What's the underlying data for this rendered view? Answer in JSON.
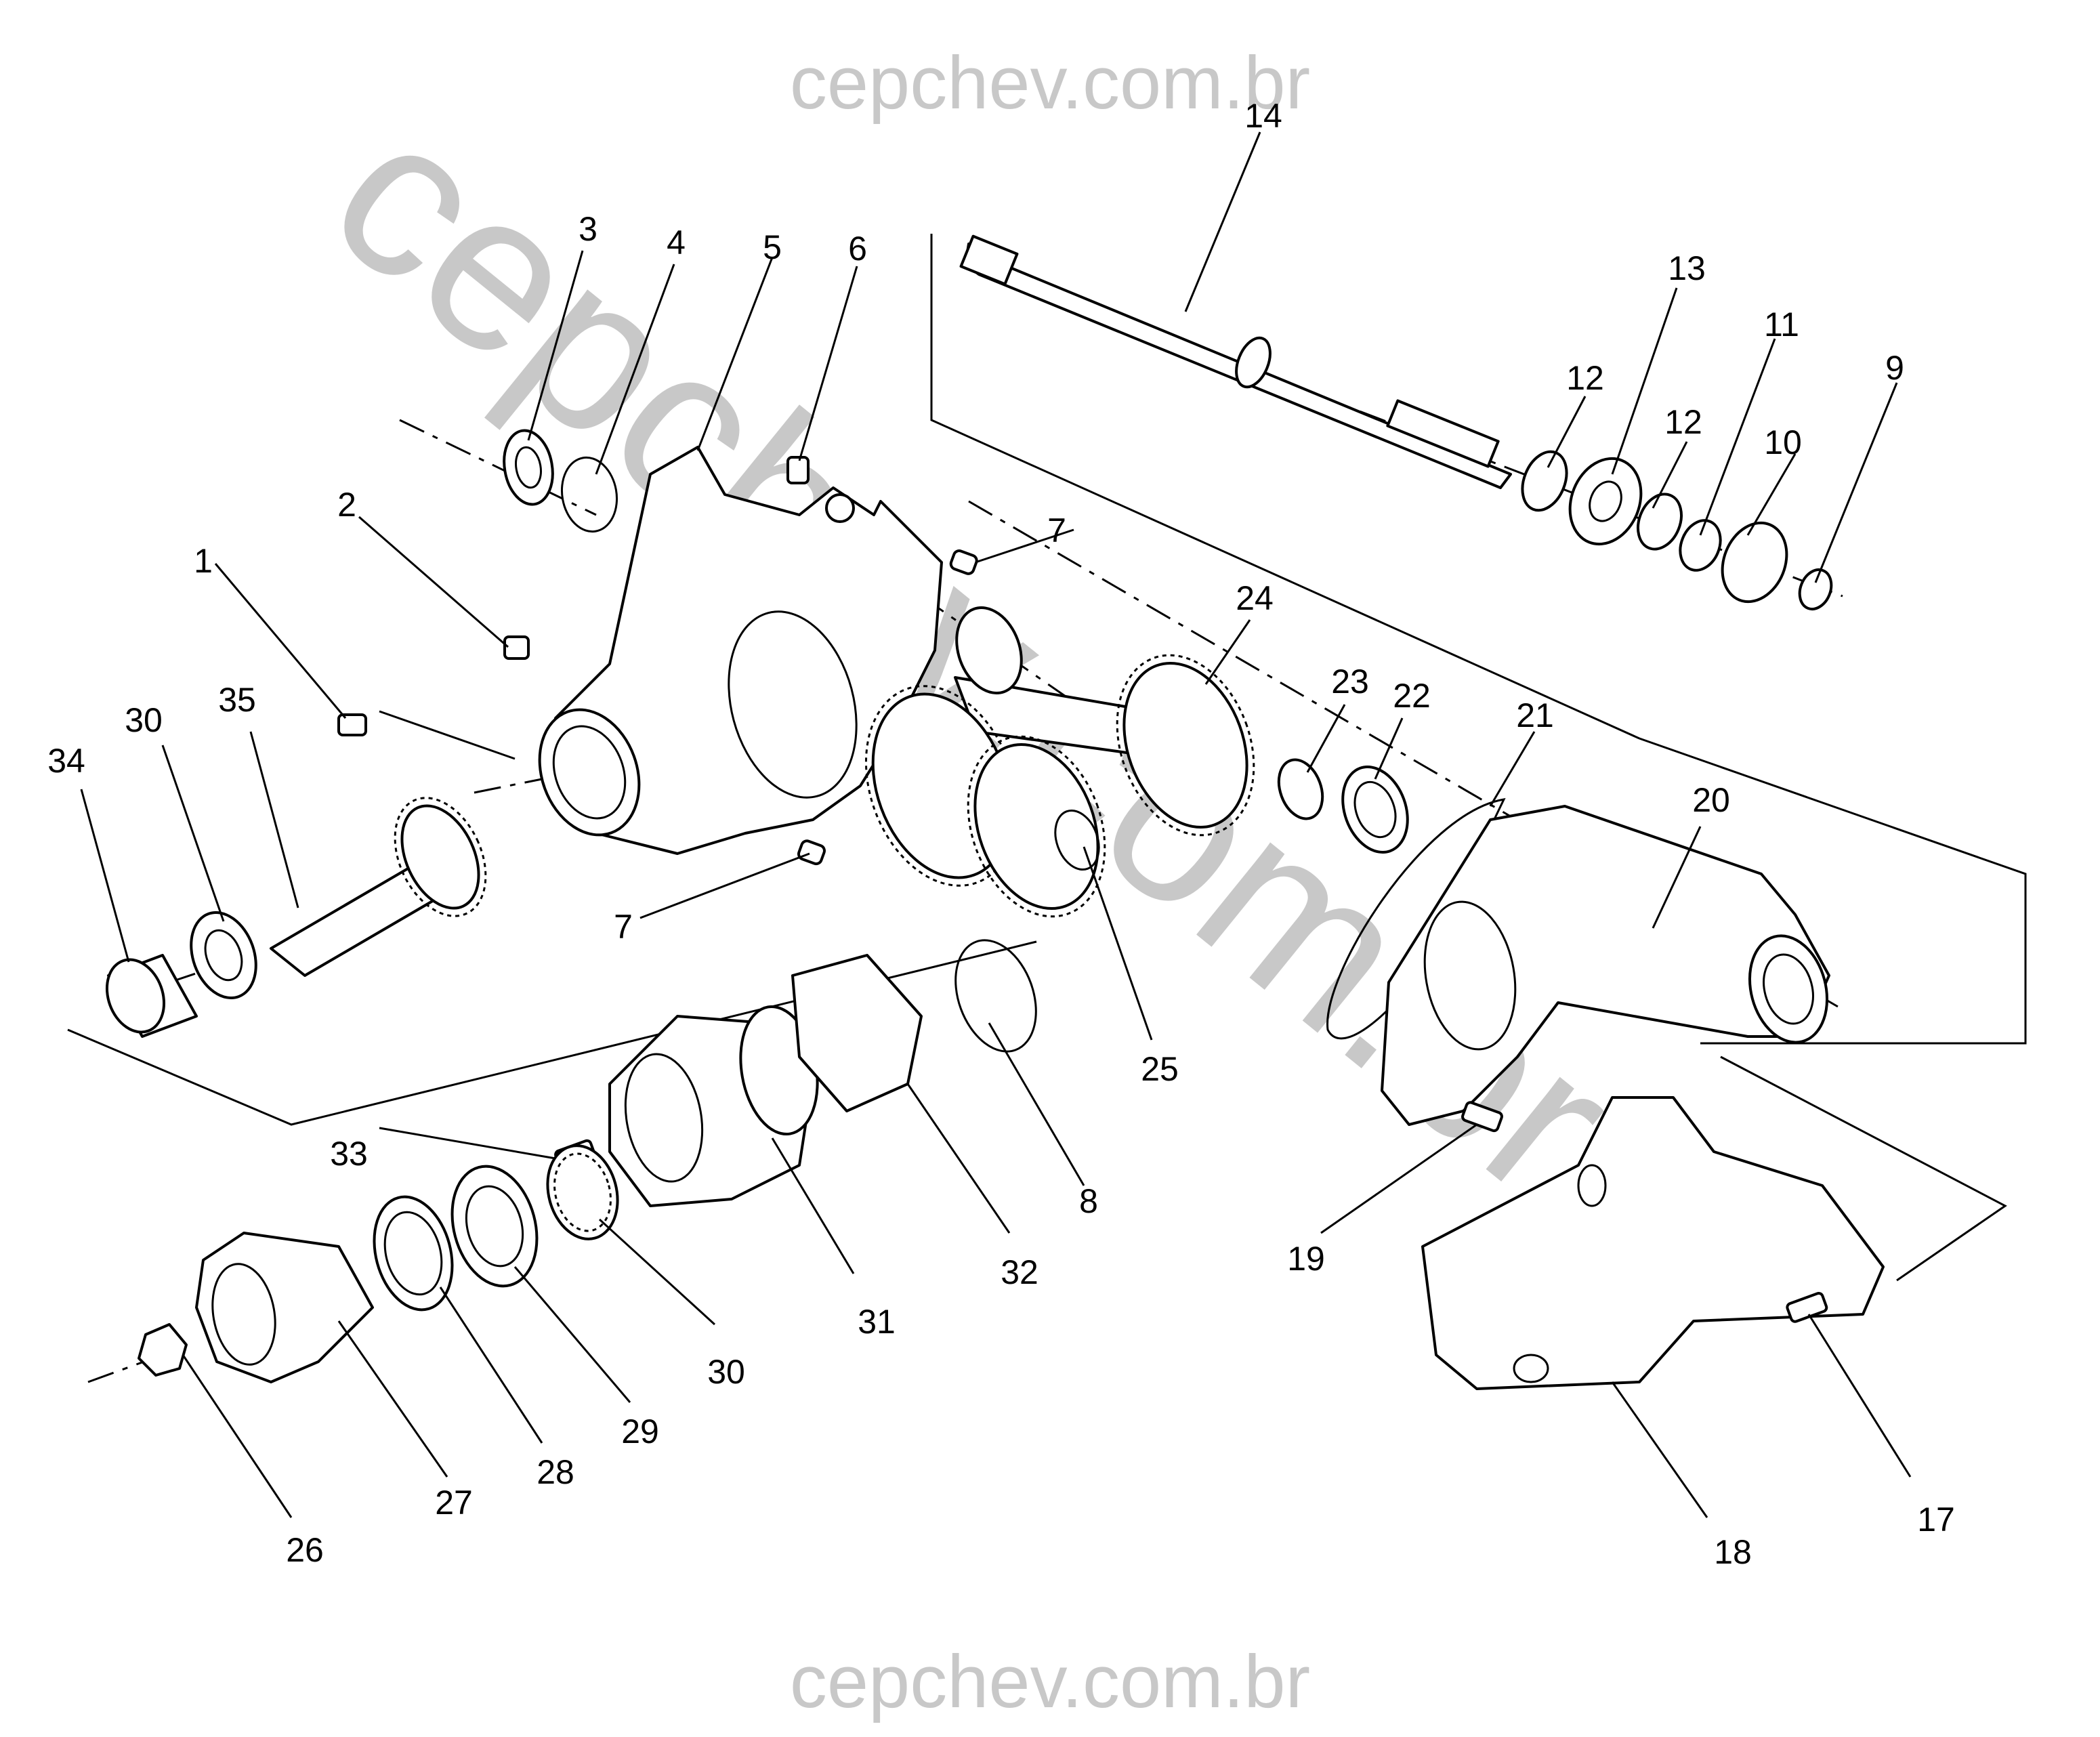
{
  "watermark": {
    "top_text": "cepchev.com.br",
    "bottom_text": "cepchev.com.br",
    "diagonal_text": "cepchev.com.br",
    "color": "#c8c8c8"
  },
  "callouts": [
    {
      "id": "c1",
      "label": "1"
    },
    {
      "id": "c2",
      "label": "2"
    },
    {
      "id": "c3",
      "label": "3"
    },
    {
      "id": "c4",
      "label": "4"
    },
    {
      "id": "c5",
      "label": "5"
    },
    {
      "id": "c6",
      "label": "6"
    },
    {
      "id": "c7a",
      "label": "7"
    },
    {
      "id": "c7b",
      "label": "7"
    },
    {
      "id": "c8",
      "label": "8"
    },
    {
      "id": "c9",
      "label": "9"
    },
    {
      "id": "c10",
      "label": "10"
    },
    {
      "id": "c11",
      "label": "11"
    },
    {
      "id": "c12a",
      "label": "12"
    },
    {
      "id": "c12b",
      "label": "12"
    },
    {
      "id": "c13",
      "label": "13"
    },
    {
      "id": "c14",
      "label": "14"
    },
    {
      "id": "c17",
      "label": "17"
    },
    {
      "id": "c18",
      "label": "18"
    },
    {
      "id": "c19",
      "label": "19"
    },
    {
      "id": "c20",
      "label": "20"
    },
    {
      "id": "c21",
      "label": "21"
    },
    {
      "id": "c22",
      "label": "22"
    },
    {
      "id": "c23",
      "label": "23"
    },
    {
      "id": "c24",
      "label": "24"
    },
    {
      "id": "c25",
      "label": "25"
    },
    {
      "id": "c26",
      "label": "26"
    },
    {
      "id": "c27",
      "label": "27"
    },
    {
      "id": "c28",
      "label": "28"
    },
    {
      "id": "c29",
      "label": "29"
    },
    {
      "id": "c30a",
      "label": "30"
    },
    {
      "id": "c30b",
      "label": "30"
    },
    {
      "id": "c31",
      "label": "31"
    },
    {
      "id": "c32",
      "label": "32"
    },
    {
      "id": "c33",
      "label": "33"
    },
    {
      "id": "c34",
      "label": "34"
    },
    {
      "id": "c35",
      "label": "35"
    }
  ]
}
